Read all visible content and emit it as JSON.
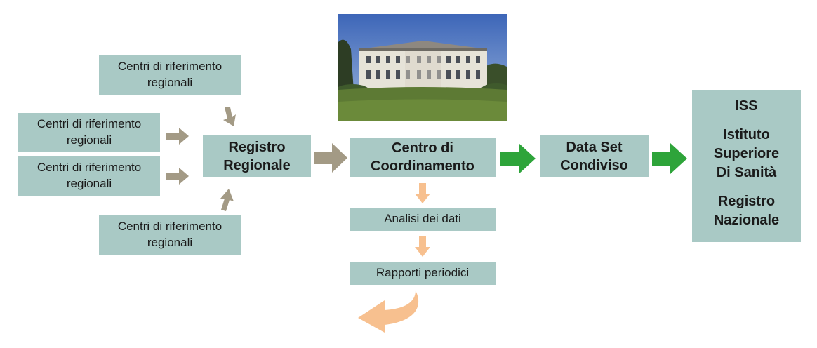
{
  "nodes": {
    "centro_top": "Centri di riferimento regionali",
    "centro_mid1": "Centri di riferimento regionali",
    "centro_mid2": "Centri di riferimento regionali",
    "centro_bottom": "Centri di riferimento regionali",
    "registro_regionale": "Registro Regionale",
    "centro_coordinamento": "Centro di Coordinamento",
    "data_set": "Data Set Condiviso",
    "analisi": "Analisi dei dati",
    "rapporti": "Rapporti periodici"
  },
  "iss": {
    "line1": "ISS",
    "line2a": "Istituto",
    "line2b": "Superiore",
    "line2c": "Di Sanità",
    "line3a": "Registro",
    "line3b": "Nazionale"
  },
  "colors": {
    "box": "#a9c9c5",
    "arrow_brown": "#a39a85",
    "arrow_green": "#2ea43a",
    "arrow_orange": "#f7c08f"
  }
}
